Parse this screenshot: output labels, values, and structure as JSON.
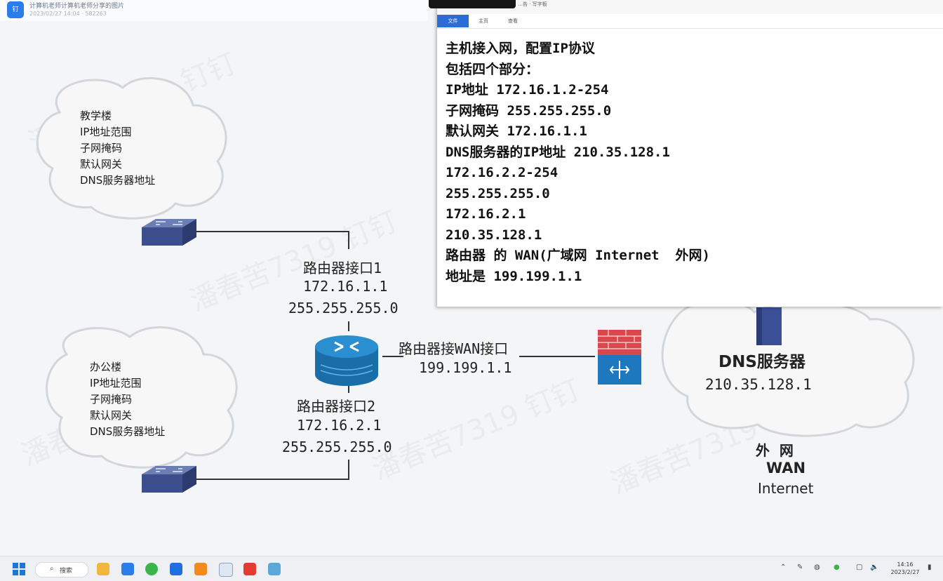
{
  "window": {
    "app_icon": "钉",
    "title": "计算机老师计算机老师分享的图片",
    "subtitle": "2023/02/27 14:04 · 582263"
  },
  "slide": {
    "building1": {
      "lines": [
        "教学楼",
        "IP地址范围",
        "子网掩码",
        "默认网关",
        "DNS服务器地址"
      ]
    },
    "building2": {
      "lines": [
        "办公楼",
        "IP地址范围",
        "子网掩码",
        "默认网关",
        "DNS服务器地址"
      ]
    },
    "router_if1": {
      "label": "路由器接口1",
      "ip": "172.16.1.1",
      "mask": "255.255.255.0"
    },
    "router_if2": {
      "label": "路由器接口2",
      "ip": "172.16.2.1",
      "mask": "255.255.255.0"
    },
    "router_wan": {
      "label": "路由器接WAN接口",
      "ip": "199.199.1.1"
    },
    "dns": {
      "label": "DNS服务器",
      "ip": "210.35.128.1"
    },
    "wan": {
      "label_cn": "外  网",
      "label_en": "WAN",
      "label_internet": "Internet"
    }
  },
  "notepad": {
    "title": "…告 · 写字板",
    "tabs": [
      "文件",
      "主页",
      "查看"
    ],
    "lines": [
      "主机接入网，配置IP协议",
      "包括四个部分：",
      "IP地址 172.16.1.2-254",
      "子网掩码 255.255.255.0",
      "默认网关 172.16.1.1",
      "DNS服务器的IP地址 210.35.128.1",
      "172.16.2.2-254",
      "255.255.255.0",
      "172.16.2.1",
      "210.35.128.1",
      "路由器 的 WAN(广域网 Internet  外网)",
      "地址是 199.199.1.1"
    ]
  },
  "taskbar": {
    "search_label": "搜索",
    "clock_time": "14:16",
    "clock_date": "2023/2/27"
  },
  "watermark": "潘春苦7319 钉钉",
  "colors": {
    "accent": "#2b6cd9",
    "switch": "#3c4f8c",
    "router": "#1f7cb8",
    "firewall_red": "#d9484c",
    "cloud_fill": "#f7f7f7",
    "cloud_stroke": "#d2d6da"
  }
}
